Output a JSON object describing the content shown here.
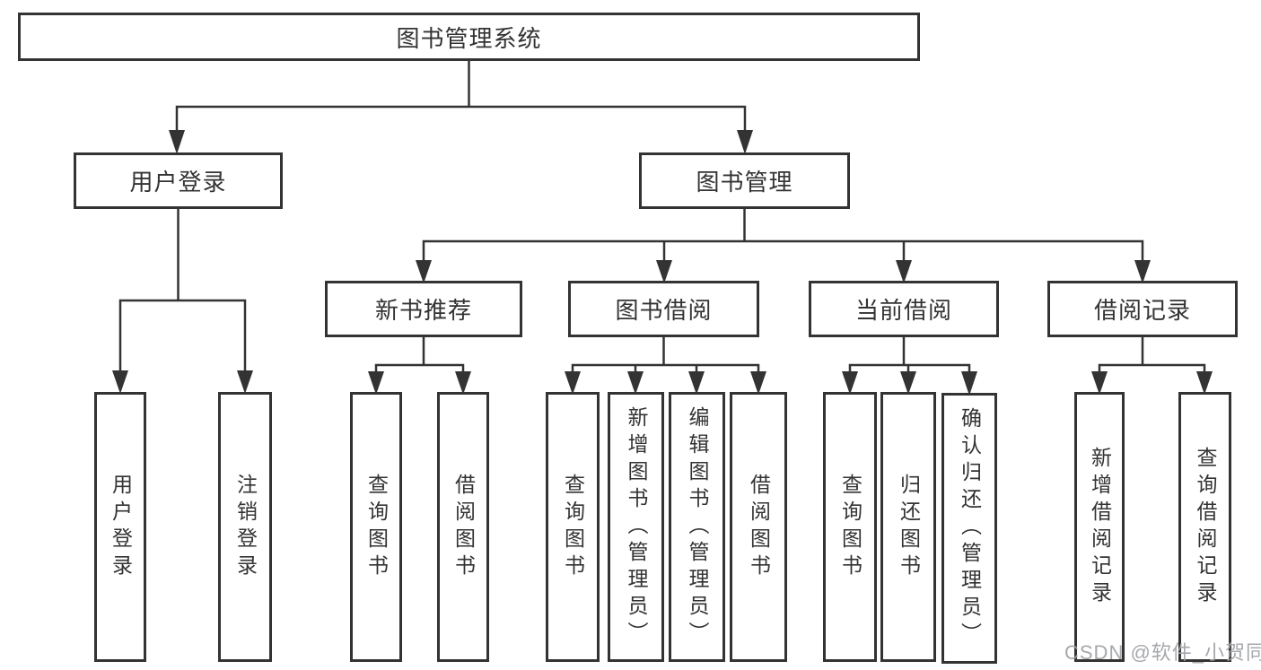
{
  "diagram": {
    "root": {
      "label": "图书管理系统"
    },
    "branches": [
      {
        "label": "用户登录",
        "children": [
          {
            "label": "用户登录"
          },
          {
            "label": "注销登录"
          }
        ]
      },
      {
        "label": "图书管理",
        "children": [
          {
            "label": "新书推荐",
            "children": [
              {
                "label": "查询图书"
              },
              {
                "label": "借阅图书"
              }
            ]
          },
          {
            "label": "图书借阅",
            "children": [
              {
                "label": "查询图书"
              },
              {
                "label": "新增图书（管理员）"
              },
              {
                "label": "编辑图书（管理员）"
              },
              {
                "label": "借阅图书"
              }
            ]
          },
          {
            "label": "当前借阅",
            "children": [
              {
                "label": "查询图书"
              },
              {
                "label": "归还图书"
              },
              {
                "label": "确认归还（管理员）"
              }
            ]
          },
          {
            "label": "借阅记录",
            "children": [
              {
                "label": "新增借阅记录"
              },
              {
                "label": "查询借阅记录"
              }
            ]
          }
        ]
      }
    ]
  },
  "watermark": {
    "text": "CSDN @软件_小贺同学"
  },
  "colors": {
    "line": "#333333",
    "text": "#333333",
    "background": "#ffffff",
    "watermark": "#9ea1a5"
  }
}
